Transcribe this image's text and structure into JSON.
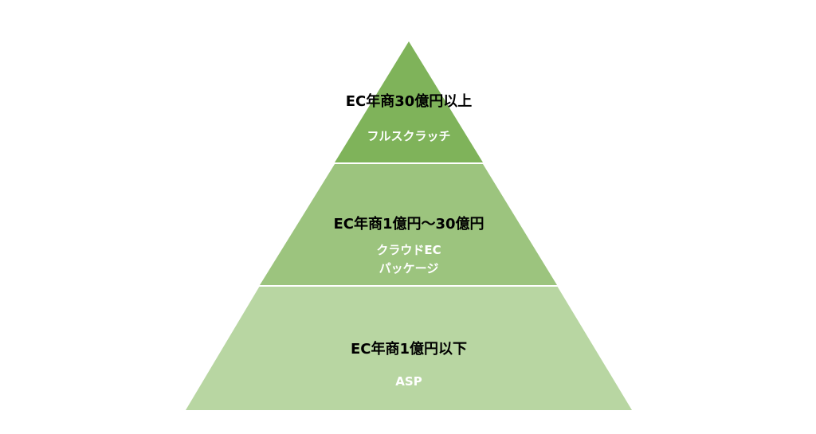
{
  "pyramid": {
    "tiers": [
      {
        "title": "EC年商30億円以上",
        "subtitle_lines": [
          "フルスクラッチ"
        ],
        "color": "#7fb35a"
      },
      {
        "title": "EC年商1億円〜30億円",
        "subtitle_lines": [
          "クラウドEC",
          "パッケージ"
        ],
        "color": "#9cc47e"
      },
      {
        "title": "EC年商1億円以下",
        "subtitle_lines": [
          "ASP"
        ],
        "color": "#b8d6a2"
      }
    ]
  }
}
